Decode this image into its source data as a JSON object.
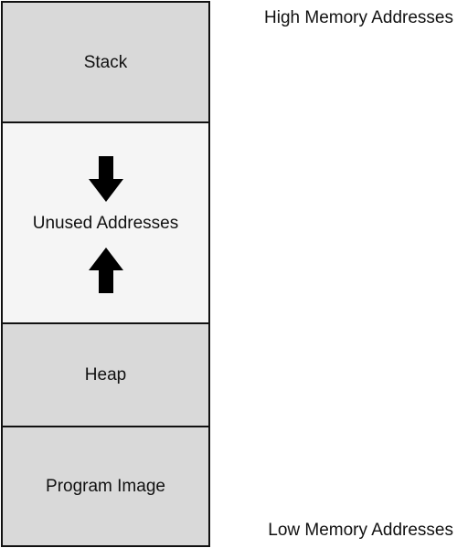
{
  "segments": {
    "stack": "Stack",
    "unused": "Unused Addresses",
    "heap": "Heap",
    "program": "Program Image"
  },
  "addresses": {
    "high": "High Memory Addresses",
    "low": "Low Memory Addresses"
  },
  "colors": {
    "border": "#111111",
    "filled_segment": "#d9d9d9",
    "unused_segment": "#f5f5f5",
    "arrow": "#000000"
  },
  "icons": {
    "down_arrow": "arrow-down-icon",
    "up_arrow": "arrow-up-icon"
  }
}
